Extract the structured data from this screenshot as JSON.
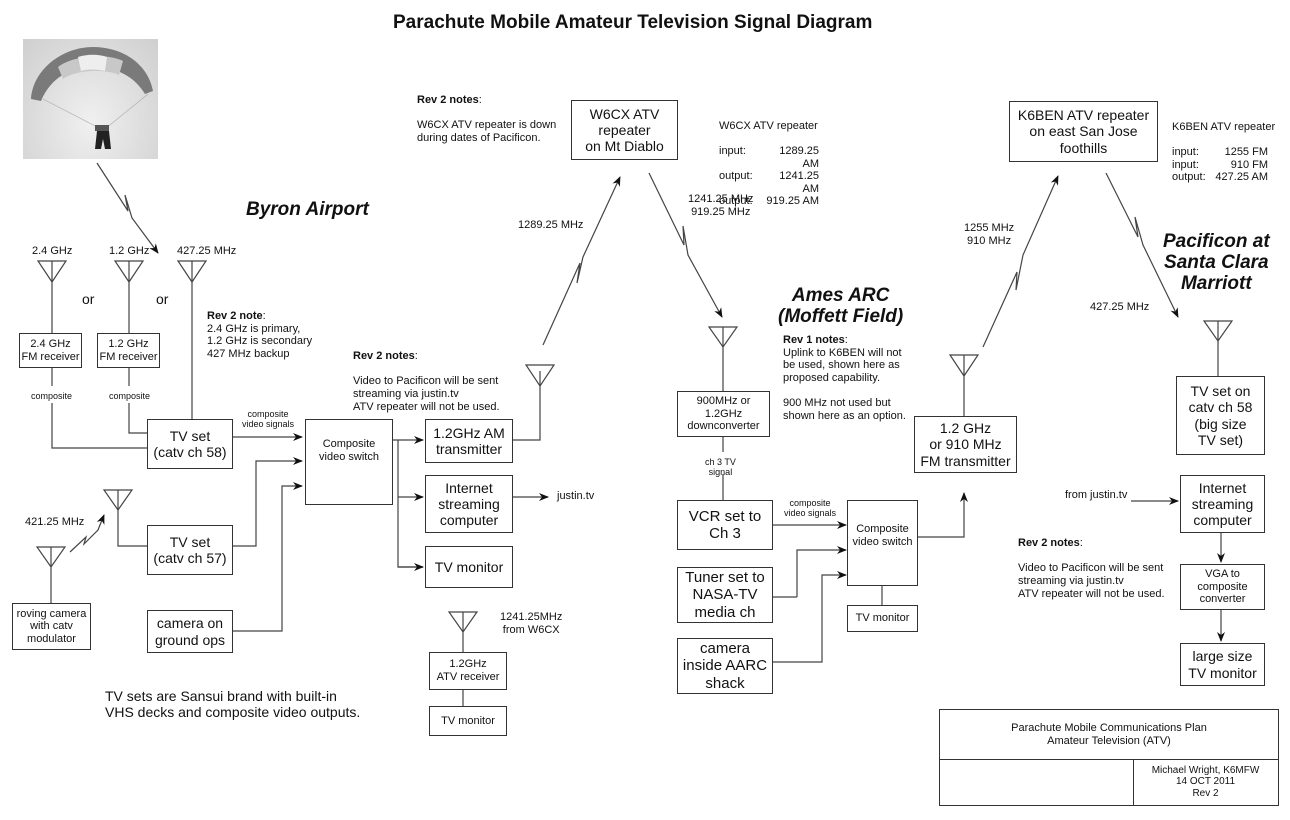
{
  "title": "Parachute Mobile Amateur Television Signal Diagram",
  "sites": {
    "byron": "Byron Airport",
    "ames": "Ames ARC\n(Moffett Field)",
    "pacificon": "Pacificon at\nSanta Clara\nMarriott"
  },
  "photo": {
    "icon": "parachutist-photo"
  },
  "byron": {
    "antennas": {
      "a24": "2.4 GHz",
      "a12": "1.2 GHz",
      "a427": "427.25 MHz"
    },
    "or_labels": [
      "or",
      "or"
    ],
    "rx24": "2.4 GHz\nFM receiver",
    "rx12": "1.2 GHz\nFM receiver",
    "composite_labels": [
      "composite",
      "composite"
    ],
    "rev2_note_heading": "Rev 2 note",
    "rev2_note_body": "2.4 GHz is primary,\n1.2 GHz is secondary\n427 MHz backup",
    "tv58": "TV set\n(catv ch 58)",
    "tv57": "TV set\n(catv ch 57)",
    "composite_video_signals": "composite\nvideo signals",
    "freq_roving": "421.25 MHz",
    "roving_camera": "roving camera\nwith catv\nmodulator",
    "ground_camera": "camera on\nground ops",
    "switch": "Composite\nvideo switch",
    "rev2_notes_heading": "Rev 2 notes",
    "rev2_notes_body": "Video to Pacificon will be sent\nstreaming via justin.tv\nATV repeater will not be used.",
    "tx12": "1.2GHz AM\ntransmitter",
    "streaming": "Internet\nstreaming\ncomputer",
    "justin": "justin.tv",
    "monitor": "TV monitor",
    "footnote": "TV sets are Sansui brand with built-in\nVHS decks and composite video outputs.",
    "atv_rx_freq": "1241.25MHz\nfrom W6CX",
    "atv_rx": "1.2GHz\nATV receiver",
    "atv_monitor": "TV monitor"
  },
  "w6cx": {
    "note_heading": "Rev 2 notes",
    "note_body": "W6CX ATV repeater is down\nduring dates of Pacificon.",
    "box": "W6CX ATV\nrepeater\non Mt Diablo",
    "specs": {
      "title": "W6CX ATV repeater",
      "rows": [
        {
          "label": "input:",
          "value": "1289.25 AM"
        },
        {
          "label": "output:",
          "value": "1241.25 AM"
        },
        {
          "label": "output:",
          "value": "919.25 AM"
        }
      ]
    },
    "uplink_freq": "1289.25 MHz",
    "downlink_freq": "1241.25 MHz\n919.25 MHz"
  },
  "ames": {
    "rev1_heading": "Rev 1 notes",
    "rev1_body": "Uplink to K6BEN will not\nbe used, shown here as\nproposed capability.\n\n900 MHz not used but\nshown here as an option.",
    "downconverter": "900MHz or\n1.2GHz\ndownconverter",
    "ch3_label": "ch 3 TV\nsignal",
    "vcr": "VCR set to\nCh 3",
    "tuner": "Tuner set to\nNASA-TV\nmedia ch",
    "camera": "camera\ninside AARC\nshack",
    "composite_video_signals": "composite\nvideo signals",
    "switch": "Composite\nvideo switch",
    "monitor": "TV monitor",
    "fm_tx": "1.2 GHz\nor 910 MHz\nFM transmitter"
  },
  "k6ben": {
    "box": "K6BEN ATV repeater\non east San Jose\nfoothills",
    "specs": {
      "title": "K6BEN ATV repeater",
      "rows": [
        {
          "label": "input:",
          "value": "1255 FM"
        },
        {
          "label": "input:",
          "value": "910 FM"
        },
        {
          "label": "output:",
          "value": "427.25 AM"
        }
      ]
    },
    "uplink_freq": "1255 MHz\n910 MHz",
    "downlink_freq": "427.25 MHz"
  },
  "pacificon": {
    "tv": "TV set on\ncatv ch 58\n(big size\nTV set)",
    "from_justin": "from justin.tv",
    "streaming": "Internet\nstreaming\ncomputer",
    "rev2_heading": "Rev 2 notes",
    "rev2_body": "Video to Pacificon will be sent\nstreaming via justin.tv\nATV repeater will not be used.",
    "vga": "VGA to\ncomposite\nconverter",
    "large_monitor": "large size\nTV monitor"
  },
  "title_block": {
    "plan": "Parachute Mobile Communications Plan\nAmateur Television (ATV)",
    "author": "Michael Wright, K6MFW\n14 OCT 2011\nRev 2"
  }
}
